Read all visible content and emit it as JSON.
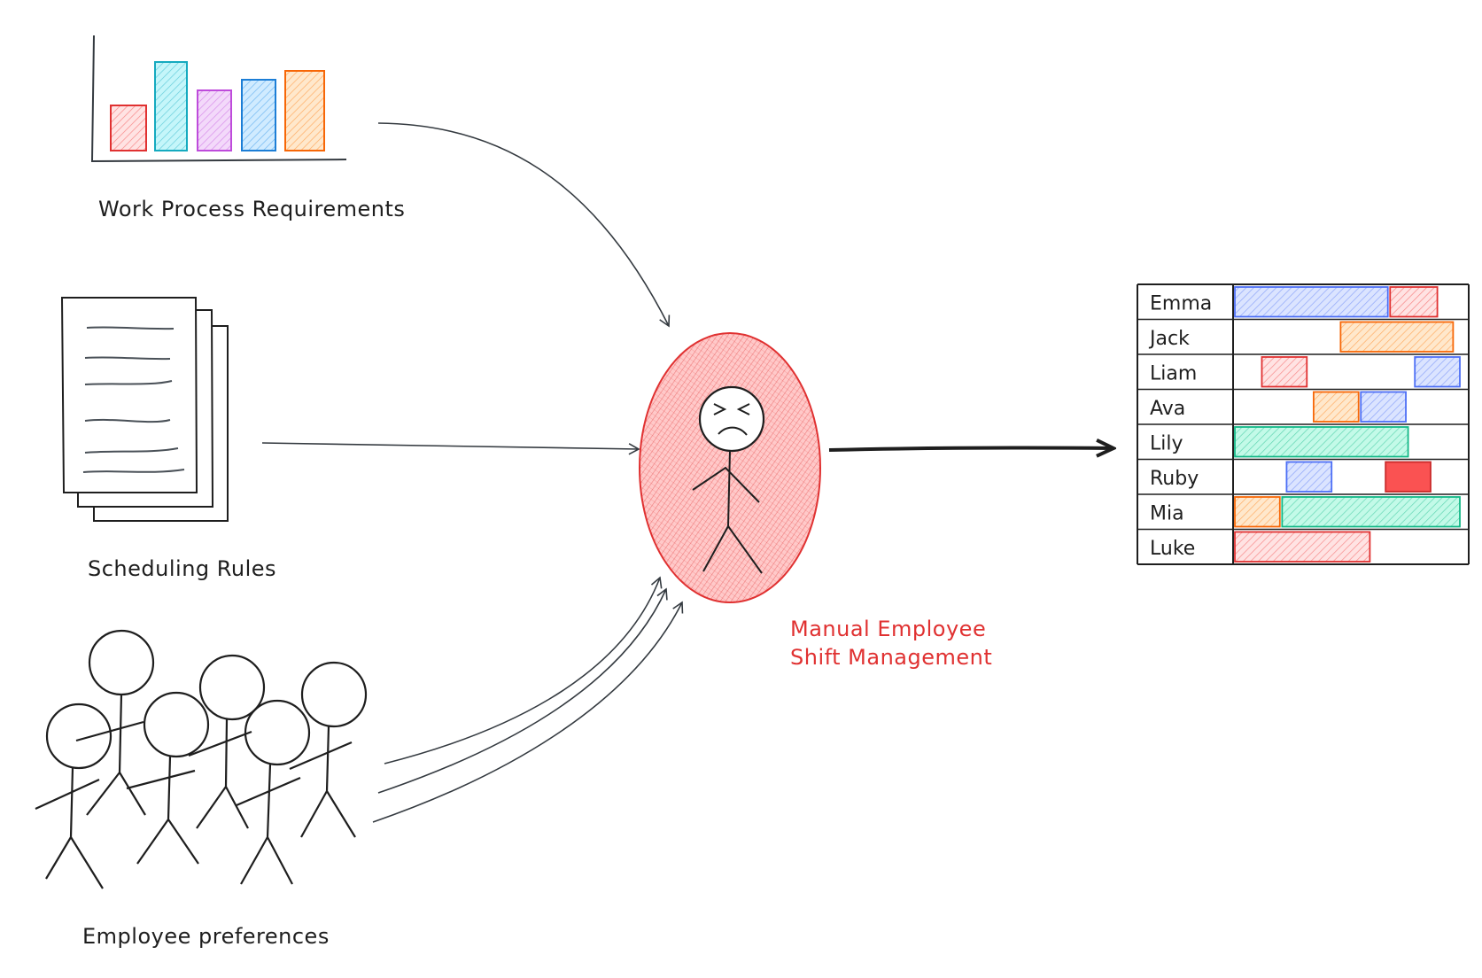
{
  "inputs": {
    "work_process": {
      "label": "Work Process Requirements",
      "icon": "bar-chart-icon"
    },
    "scheduling_rules": {
      "label": "Scheduling Rules",
      "icon": "document-stack-icon"
    },
    "employee_preferences": {
      "label": "Employee preferences",
      "icon": "stick-figures-group-icon"
    }
  },
  "center": {
    "line1": "Manual Employee",
    "line2": "Shift Management",
    "icon": "stressed-stick-figure-icon",
    "color": "#e03131"
  },
  "colors": {
    "red": "#ffc9c9",
    "solid_red": "#fa5252",
    "teal": "#96f2d7",
    "cyan": "#99e9f2",
    "violet": "#e599f7",
    "blue": "#a5d8ff",
    "indigo": "#bac8ff",
    "orange": "#ffd8a8",
    "green": "#b2f2bb"
  },
  "schedule": {
    "rows": [
      {
        "name": "Emma",
        "shifts": [
          {
            "start": 0.0,
            "end": 0.68,
            "color": "indigo"
          },
          {
            "start": 0.69,
            "end": 0.9,
            "color": "red"
          }
        ]
      },
      {
        "name": "Jack",
        "shifts": [
          {
            "start": 0.47,
            "end": 0.97,
            "color": "orange"
          }
        ]
      },
      {
        "name": "Liam",
        "shifts": [
          {
            "start": 0.12,
            "end": 0.32,
            "color": "red"
          },
          {
            "start": 0.8,
            "end": 1.0,
            "color": "indigo"
          }
        ]
      },
      {
        "name": "Ava",
        "shifts": [
          {
            "start": 0.35,
            "end": 0.55,
            "color": "orange"
          },
          {
            "start": 0.56,
            "end": 0.76,
            "color": "indigo"
          }
        ]
      },
      {
        "name": "Lily",
        "shifts": [
          {
            "start": 0.0,
            "end": 0.77,
            "color": "teal"
          }
        ]
      },
      {
        "name": "Ruby",
        "shifts": [
          {
            "start": 0.23,
            "end": 0.43,
            "color": "indigo"
          },
          {
            "start": 0.67,
            "end": 0.87,
            "color": "solid_red"
          }
        ]
      },
      {
        "name": "Mia",
        "shifts": [
          {
            "start": 0.0,
            "end": 0.2,
            "color": "orange"
          },
          {
            "start": 0.21,
            "end": 1.0,
            "color": "teal"
          }
        ]
      },
      {
        "name": "Luke",
        "shifts": [
          {
            "start": 0.0,
            "end": 0.6,
            "color": "red"
          }
        ]
      }
    ]
  }
}
